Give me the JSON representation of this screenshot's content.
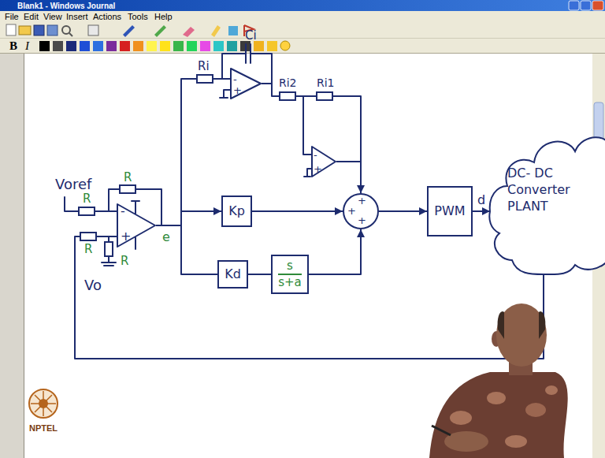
{
  "diagram": {
    "nodes": [
      {
        "text": [
          "-",
          "+"
        ]
      },
      {
        "text": [
          "-",
          "+"
        ]
      },
      {
        "text": [
          "-",
          "+"
        ]
      },
      {
        "text": [
          "Kp"
        ]
      },
      {
        "text": [
          "Kd"
        ]
      },
      {
        "text": [
          "s",
          "s+a"
        ]
      },
      {
        "text": [
          "+",
          "+",
          "+"
        ]
      },
      {
        "text": [
          "PWM"
        ]
      },
      {
        "text": [
          "DC- DC Converter PLANT"
        ]
      }
    ],
    "edges": [
      {
        "from": 0,
        "to": 1,
        "arrow": "none",
        "label": "Ri"
      },
      {
        "from": 1,
        "to": 2,
        "arrow": "none",
        "label": "Ri2"
      },
      {
        "from": 2,
        "to": 6,
        "arrow": "to"
      },
      {
        "from": 0,
        "to": 3,
        "arrow": "to"
      },
      {
        "from": 0,
        "to": 4,
        "arrow": "none"
      },
      {
        "from": 4,
        "to": 5,
        "arrow": "none"
      },
      {
        "from": 5,
        "to": 6,
        "arrow": "to"
      },
      {
        "from": 3,
        "to": 6,
        "arrow": "to"
      },
      {
        "from": 6,
        "to": 7,
        "arrow": "to"
      },
      {
        "from": 7,
        "to": 8,
        "arrow": "to",
        "label": "d"
      },
      {
        "from": 8,
        "to": 0,
        "arrow": "none"
      }
    ],
    "labels": [
      "Blank1 - Windows Journal",
      "File",
      "Edit",
      "View",
      "Insert",
      "Actions",
      "Tools",
      "Help",
      "B",
      "I",
      "Voref",
      "R",
      "R",
      "R",
      "R",
      "e",
      "Ci",
      "Ri1",
      "Vo",
      "NPTEL"
    ]
  }
}
